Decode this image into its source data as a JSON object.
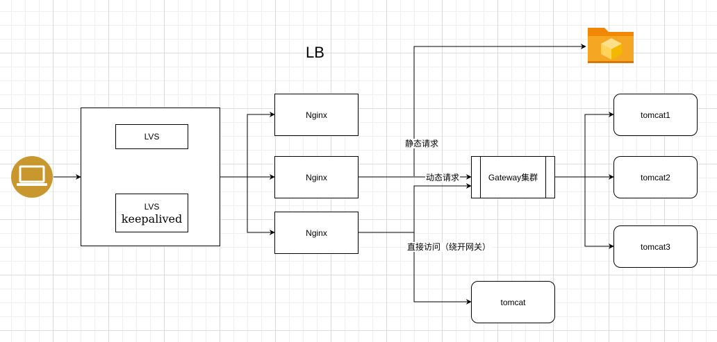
{
  "diagram": {
    "title": "LB",
    "lvs_top": "LVS",
    "lvs_bottom_line1": "LVS",
    "lvs_bottom_line2": "keepalived",
    "nginx": [
      "Nginx",
      "Nginx",
      "Nginx"
    ],
    "gateway": "Gateway集群",
    "tomcats": [
      "tomcat1",
      "tomcat2",
      "tomcat3"
    ],
    "tomcat_direct": "tomcat",
    "edge_labels": {
      "static": "静态请求",
      "dynamic": "动态请求",
      "direct": "直接访问（绕开网关）"
    },
    "icons": [
      "computer-icon",
      "static-folder-icon"
    ],
    "colors": {
      "client_icon": "#C8982F",
      "folder_orange": "#F08705",
      "cube_yellow": "#FFD35C"
    }
  }
}
